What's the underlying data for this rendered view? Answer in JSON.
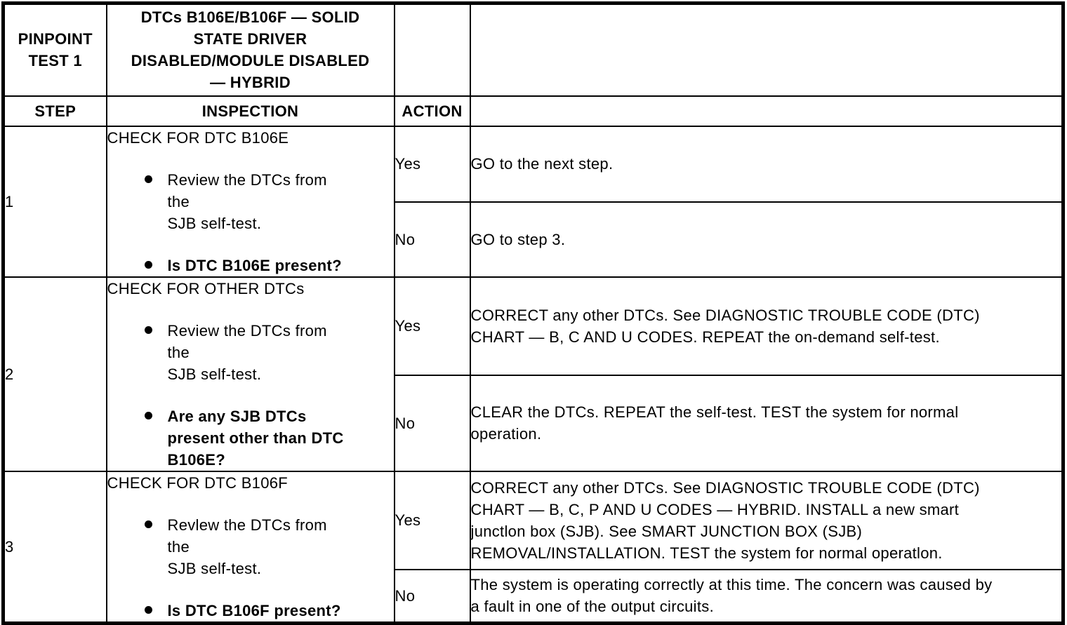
{
  "colors": {
    "ink": "#000000",
    "paper": "#ffffff"
  },
  "header": {
    "test_label_lines": [
      "PINPOINT",
      "TEST 1"
    ],
    "title_lines": [
      "DTCs B106E/B106F — SOLID",
      "STATE DRIVER",
      "DISABLED/MODULE DISABLED",
      "— HYBRID"
    ],
    "columns": {
      "step": "STEP",
      "inspection": "INSPECTION",
      "action": "ACTION"
    }
  },
  "steps": [
    {
      "step": "1",
      "check": "CHECK FOR DTC B106E",
      "bullets": [
        {
          "bold": false,
          "lines": [
            "Review the DTCs from the",
            "SJB self-test."
          ]
        },
        {
          "bold": true,
          "lines": [
            "Is DTC B106E present?"
          ]
        }
      ],
      "outcomes": [
        {
          "answer": "Yes",
          "action_lines": [
            "GO to the next step."
          ]
        },
        {
          "answer": "No",
          "action_lines": [
            "GO to step 3."
          ]
        }
      ]
    },
    {
      "step": "2",
      "check": "CHECK FOR OTHER DTCs",
      "bullets": [
        {
          "bold": false,
          "lines": [
            "Review the DTCs from the",
            "SJB self-test."
          ]
        },
        {
          "bold": true,
          "lines": [
            "Are any SJB DTCs",
            "present other than DTC",
            "B106E?"
          ]
        }
      ],
      "outcomes": [
        {
          "answer": "Yes",
          "action_lines": [
            "CORRECT any other DTCs. See DIAGNOSTIC TROUBLE CODE (DTC)",
            "CHART — B, C AND U CODES. REPEAT the on-demand self-test."
          ]
        },
        {
          "answer": "No",
          "action_lines": [
            "CLEAR the DTCs. REPEAT the self-test. TEST the system for normal",
            "operation."
          ]
        }
      ]
    },
    {
      "step": "3",
      "check": "CHECK FOR DTC B106F",
      "bullets": [
        {
          "bold": false,
          "lines": [
            "Revlew the DTCs from the",
            "SJB self-test."
          ]
        },
        {
          "bold": true,
          "lines": [
            "Is DTC B106F present?"
          ]
        }
      ],
      "outcomes": [
        {
          "answer": "Yes",
          "action_lines": [
            "CORRECT any other DTCs. See DIAGNOSTIC TROUBLE CODE (DTC)",
            "CHART — B, C, P AND U CODES — HYBRID. INSTALL a new smart",
            "junctlon box (SJB). See SMART JUNCTION BOX (SJB)",
            "REMOVAL/INSTALLATION. TEST the system for normal operatlon."
          ]
        },
        {
          "answer": "No",
          "action_lines": [
            "The system is operating correctly at this time. The concern was caused by",
            "a fault in one of the output circuits."
          ]
        }
      ]
    }
  ]
}
